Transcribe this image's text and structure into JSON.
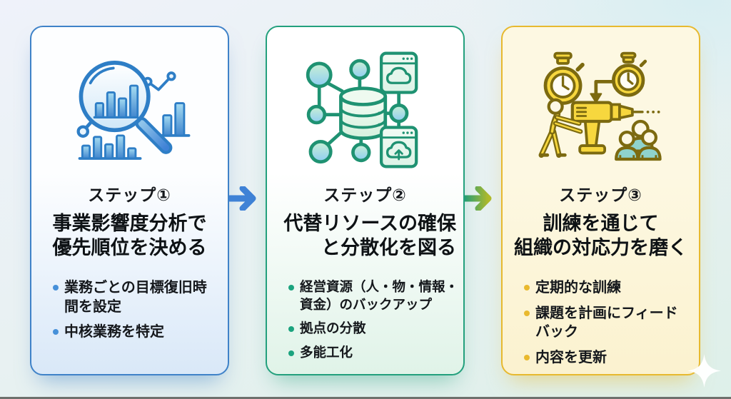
{
  "page": {
    "background": {
      "top_left": "#eff2fa",
      "top_right": "#d6eef2",
      "bottom": "#def0e9",
      "bottom_bar": "#6d716d"
    },
    "sparkle_color": "#ffffff"
  },
  "steps": [
    {
      "label": "ステップ①",
      "title": "事業影響度分析で\n優先順位を決める",
      "title_align": "center",
      "bullets": [
        "業務ごとの目標復旧時\n間を設定",
        "中核業務を特定"
      ],
      "icon": "magnifier-chart-icon",
      "colors": {
        "border": "#3f82c8",
        "bullet": "#4690d9",
        "bg_top": "#fdfeff",
        "bg_bottom": "#d9e8f8",
        "shadow": "rgba(63,130,200,0.50)"
      }
    },
    {
      "label": "ステップ②",
      "title": "代替リソースの確保\nと分散化を図る",
      "title_align": "right",
      "bullets": [
        "経営資源（人・物・情報・\n資金）のバックアップ",
        "拠点の分散",
        "多能工化"
      ],
      "icon": "database-network-icon",
      "colors": {
        "border": "#23a07d",
        "bullet": "#1ba37e",
        "bg_top": "#ffffff",
        "bg_bottom": "#e0f3e8",
        "shadow": "rgba(35,160,125,0.45)"
      }
    },
    {
      "label": "ステップ③",
      "title": "訓練を通じて\n組織の対応力を磨く",
      "title_align": "center",
      "bullets": [
        "定期的な訓練",
        "課題を計画にフィード\nバック",
        "内容を更新"
      ],
      "icon": "training-drill-icon",
      "colors": {
        "border": "#e7b92f",
        "bullet": "#e9b92e",
        "bg_top": "#fdf8e2",
        "bg_bottom": "#fbf2cf",
        "shadow": "rgba(231,185,47,0.50)"
      }
    }
  ],
  "arrows": [
    {
      "from_step": "ステップ①",
      "to_step": "ステップ②",
      "color_start": "#3f82d6",
      "color_end": "#3f82d6"
    },
    {
      "from_step": "ステップ②",
      "to_step": "ステップ③",
      "color_start": "#2a9e72",
      "color_end": "#b0ba2c"
    }
  ]
}
